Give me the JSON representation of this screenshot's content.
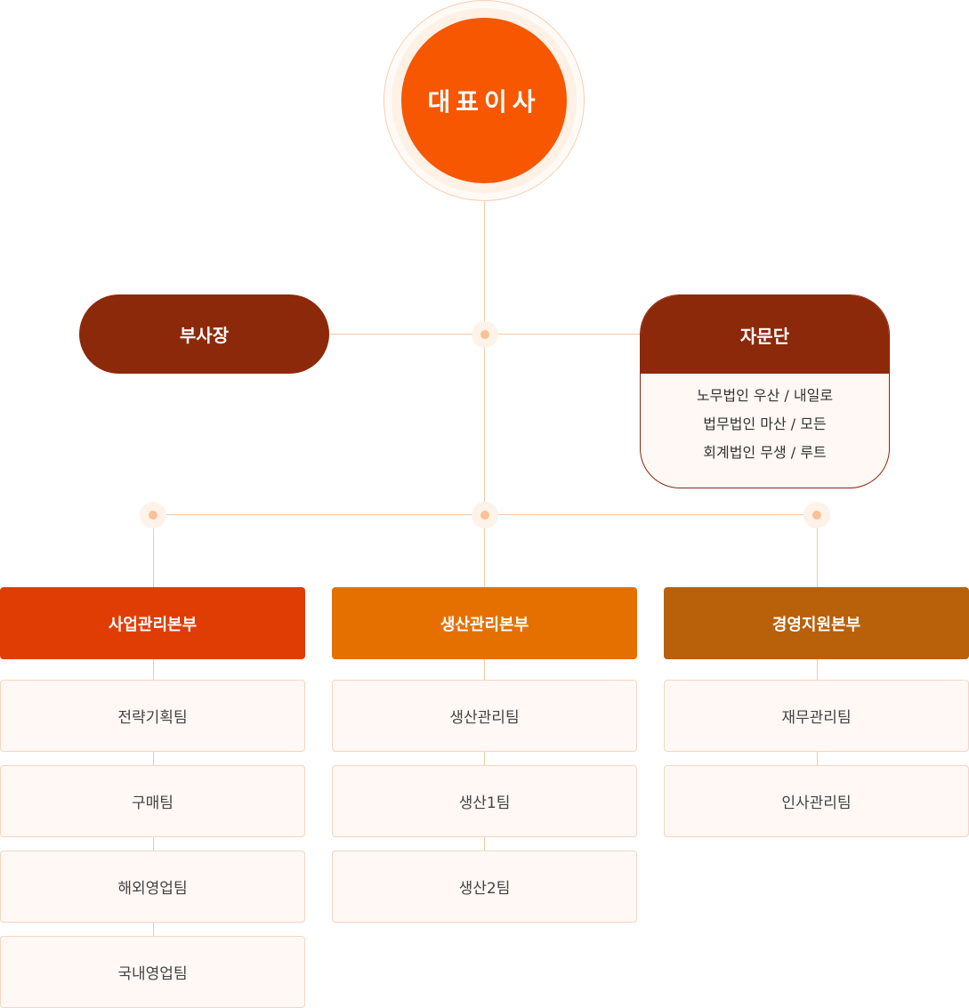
{
  "ceo": {
    "label": "대표이사"
  },
  "vice_president": {
    "label": "부사장"
  },
  "advisory": {
    "title": "자문단",
    "items": [
      "노무법인 우산 / 내일로",
      "법무법인 마산 / 모든",
      "회계법인 무생 / 루트"
    ]
  },
  "divisions": [
    {
      "name": "사업관리본부",
      "color": "#e03d05",
      "teams": [
        "전략기획팀",
        "구매팀",
        "해외영업팀",
        "국내영업팀"
      ]
    },
    {
      "name": "생산관리본부",
      "color": "#e57000",
      "teams": [
        "생산관리팀",
        "생산1팀",
        "생산2팀"
      ]
    },
    {
      "name": "경영지원본부",
      "color": "#b8600a",
      "teams": [
        "재무관리팀",
        "인사관리팀"
      ]
    }
  ],
  "colors": {
    "ceo": "#f65700",
    "dark": "#8c290a",
    "connector": "#f0c9a6",
    "team_bg": "#fff8f4"
  }
}
